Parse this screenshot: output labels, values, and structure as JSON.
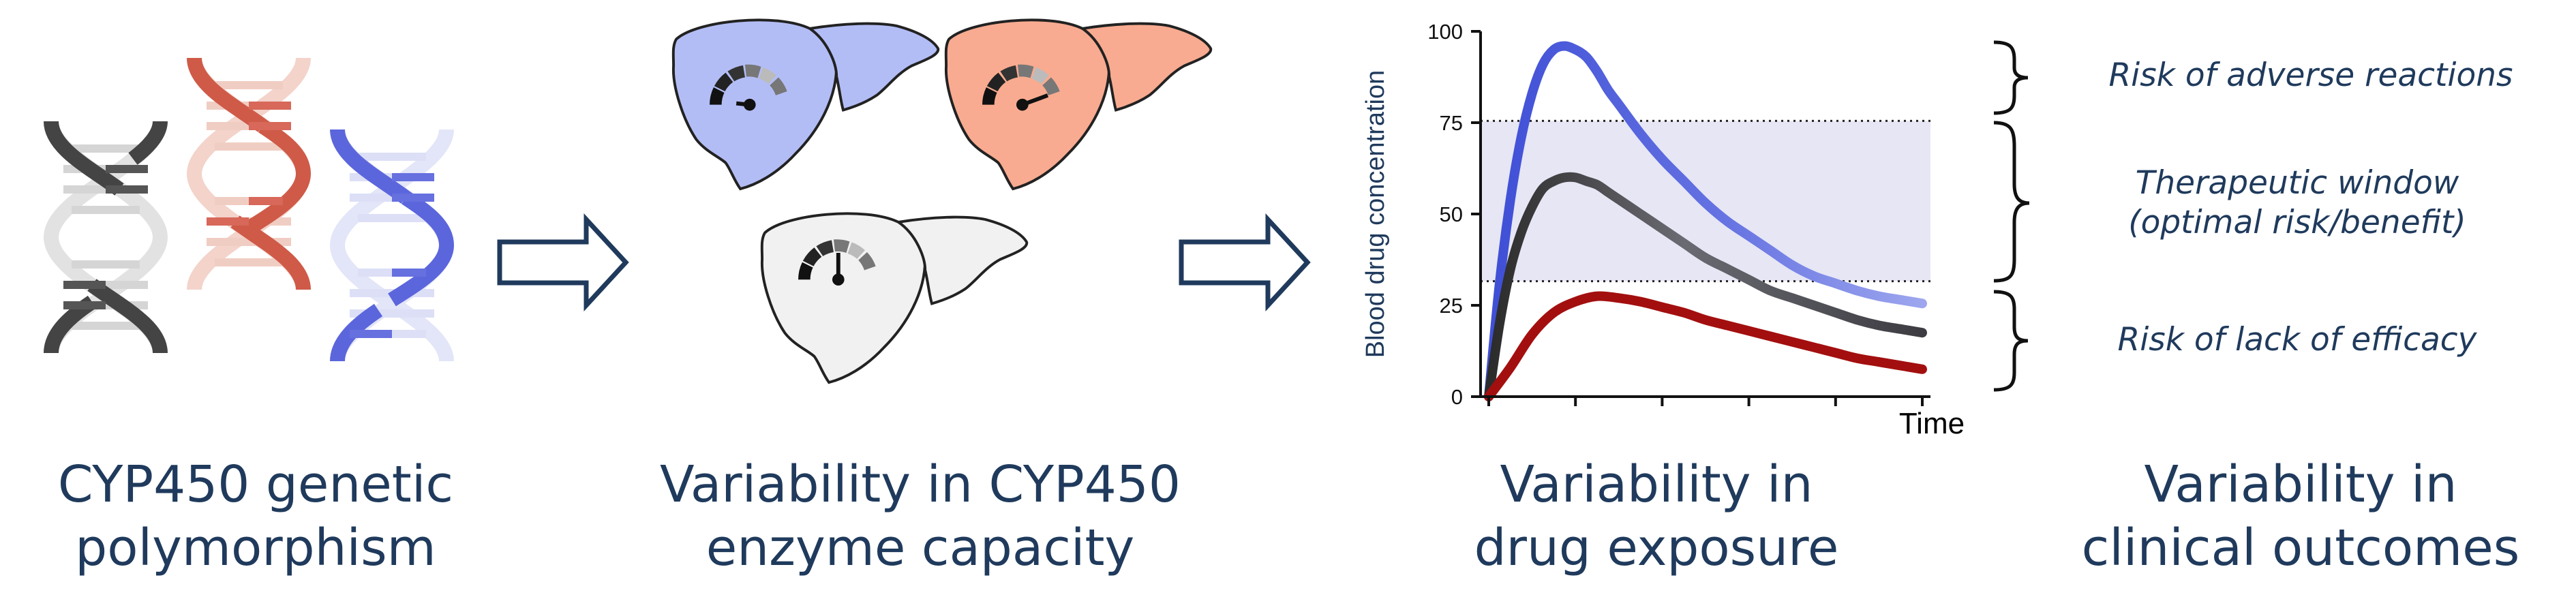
{
  "captions": {
    "step1": {
      "line1": "CYP450 genetic",
      "line2": "polymorphism"
    },
    "step2": {
      "line1": "Variability in CYP450",
      "line2": "enzyme capacity"
    },
    "step3": {
      "line1": "Variability in",
      "line2": "drug exposure"
    },
    "step4": {
      "line1": "Variability in",
      "line2": "clinical outcomes"
    }
  },
  "outcomes": {
    "adverse": "Risk of adverse reactions",
    "therapeutic_line1": "Therapeutic window",
    "therapeutic_line2": "(optimal risk/benefit)",
    "efficacy": "Risk of lack of efficacy"
  },
  "chart_data": {
    "type": "line",
    "xlabel": "Time",
    "ylabel": "Blood drug concentration",
    "ylim": [
      0,
      100
    ],
    "yticks": [
      0,
      25,
      50,
      75,
      100
    ],
    "x_range": [
      0,
      10
    ],
    "therapeutic_window": [
      31.6,
      75.5
    ],
    "series": [
      {
        "color": "#5b66dc",
        "x": [
          0,
          0.25,
          0.5,
          0.75,
          1,
          1.25,
          1.5,
          1.75,
          2,
          2.25,
          2.5,
          2.75,
          3,
          3.5,
          4,
          4.5,
          5,
          5.5,
          6,
          6.5,
          7,
          7.5,
          8,
          8.5,
          9,
          9.5,
          10
        ],
        "values": [
          0,
          31,
          54,
          71,
          83,
          91,
          95,
          96,
          95,
          93,
          89,
          84,
          80,
          72,
          65,
          59,
          53,
          48,
          44,
          40,
          36,
          33,
          31,
          29,
          27.5,
          26.5,
          25.5
        ]
      },
      {
        "color": "#55555e",
        "x": [
          0,
          0.25,
          0.5,
          0.75,
          1,
          1.25,
          1.5,
          1.75,
          2,
          2.25,
          2.5,
          2.75,
          3,
          3.5,
          4,
          4.5,
          5,
          5.5,
          6,
          6.5,
          7,
          7.5,
          8,
          8.5,
          9,
          9.5,
          10
        ],
        "values": [
          0,
          20,
          35,
          45,
          52,
          57,
          59,
          60,
          60,
          59,
          58,
          56,
          54,
          50,
          46,
          42,
          38,
          35,
          32,
          29,
          27,
          25,
          23,
          21,
          19.5,
          18.5,
          17.5
        ]
      },
      {
        "color": "#a30f0f",
        "x": [
          0,
          0.5,
          1,
          1.5,
          2,
          2.5,
          3,
          3.5,
          4,
          4.5,
          5,
          5.5,
          6,
          6.5,
          7,
          7.5,
          8,
          8.5,
          9,
          9.5,
          10
        ],
        "values": [
          0,
          8,
          17,
          23,
          26,
          27.5,
          27,
          26,
          24.5,
          23,
          21,
          19.5,
          18,
          16.5,
          15,
          13.5,
          12,
          10.5,
          9.5,
          8.5,
          7.5
        ]
      }
    ]
  },
  "colors": {
    "navy": "#1f3a5c",
    "blue": "#5b66dc",
    "red": "#cf5a48",
    "liver_blue": "#b3bdf5",
    "liver_orange": "#f8ab90",
    "liver_grey": "#f1f1f1",
    "window": "#e6e6f5"
  },
  "icons": [
    "dna-icon",
    "liver-icon",
    "gauge-icon",
    "arrow-right-icon",
    "curly-brace-icon"
  ]
}
